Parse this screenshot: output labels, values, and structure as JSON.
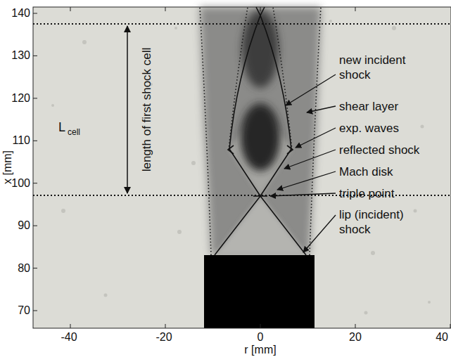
{
  "diagram": {
    "labels": [
      "new incident shock",
      "shear layer",
      "exp. waves",
      "reflected shock",
      "Mach disk",
      "triple point",
      "lip (incident) shock",
      "length of first shock cell",
      "L",
      "cell",
      "x [mm]",
      "r [mm]",
      "140",
      "130",
      "120",
      "110",
      "100",
      "90",
      "80",
      "70",
      "-40",
      "-20",
      "0",
      "20",
      "40"
    ]
  }
}
